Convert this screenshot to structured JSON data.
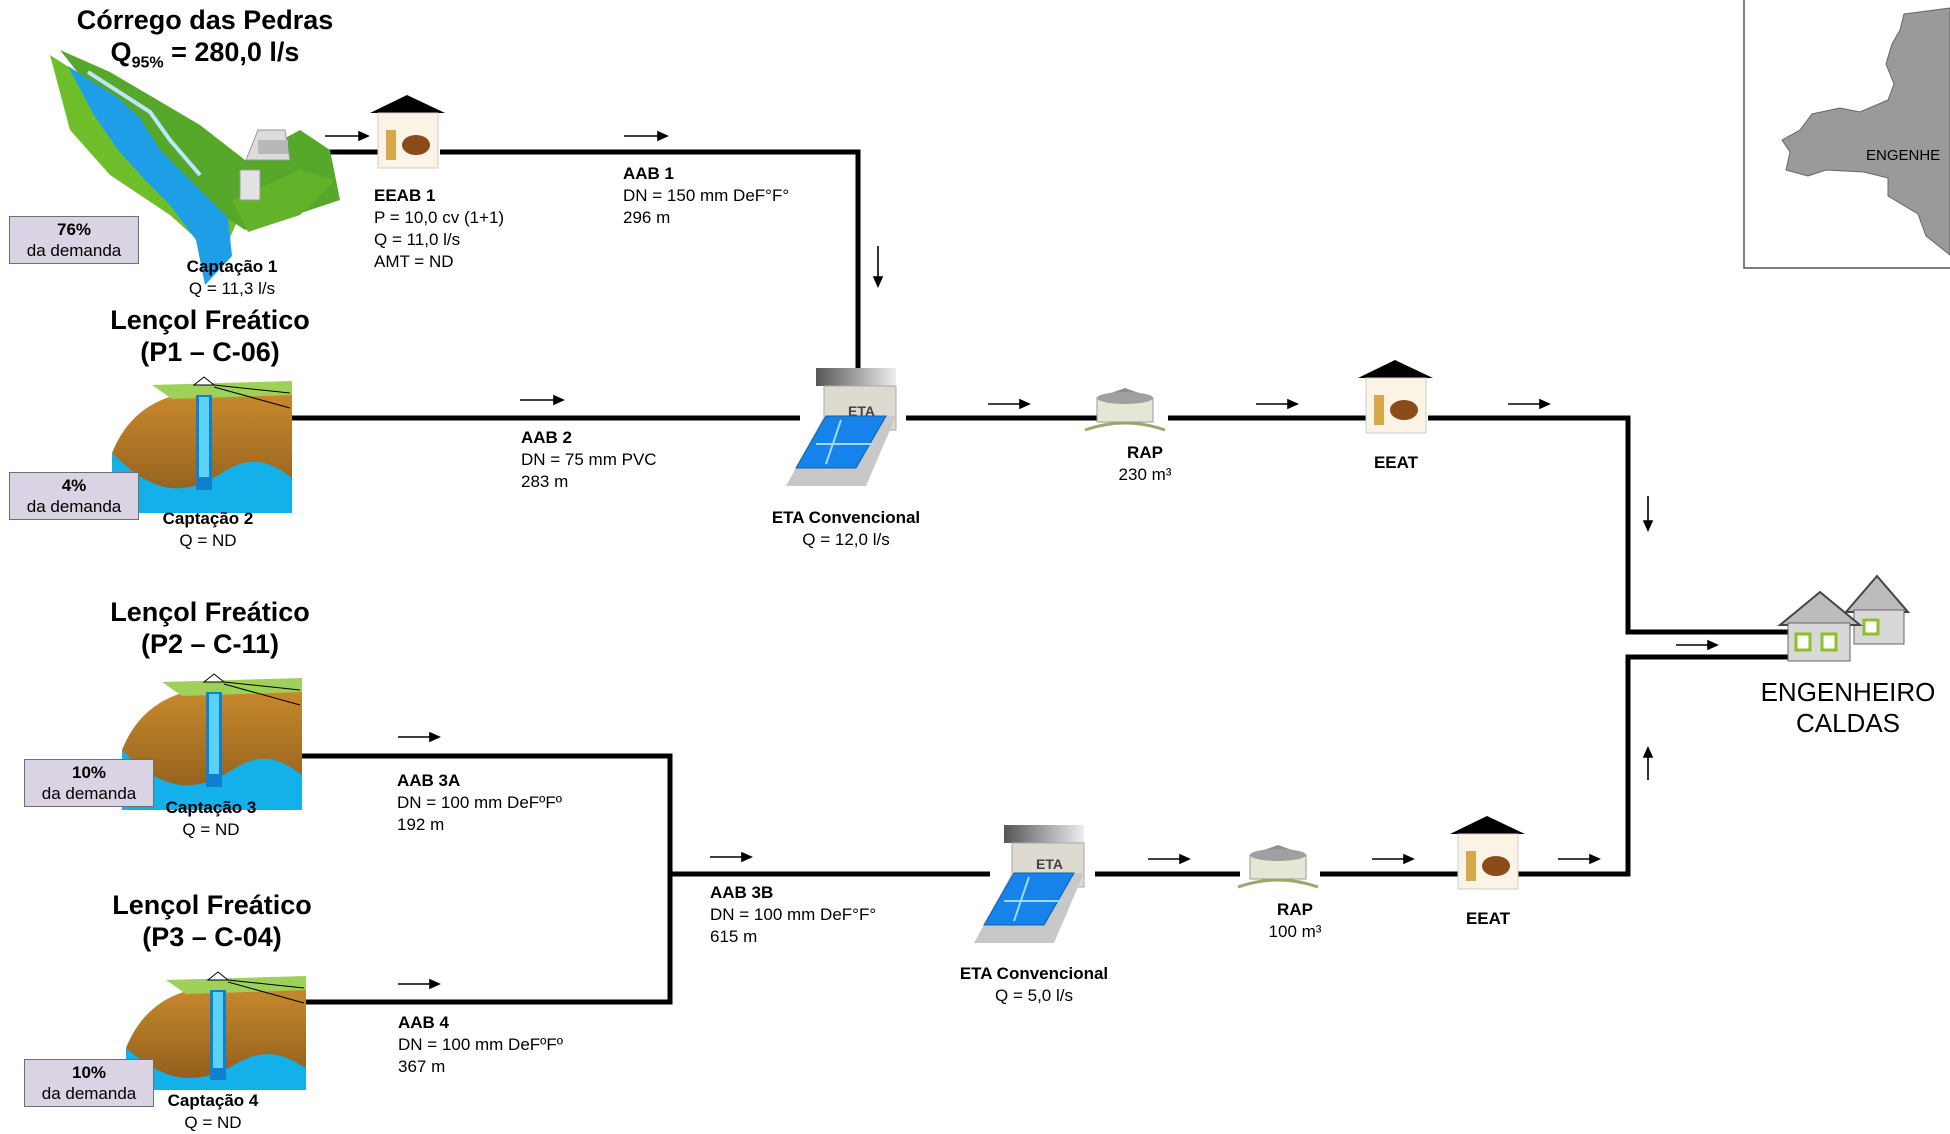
{
  "source": {
    "title": "Córrego das Pedras",
    "flow_prefix": "Q",
    "flow_sub": "95%",
    "flow_value": " = 280,0 l/s"
  },
  "aquifers": [
    {
      "title": "Lençol Freático",
      "code": "(P1 – C-06)"
    },
    {
      "title": "Lençol Freático",
      "code": "(P2 – C-11)"
    },
    {
      "title": "Lençol Freático",
      "code": "(P3 – C-04)"
    }
  ],
  "captures": [
    {
      "name": "Captação 1",
      "flow": "Q = 11,3 l/s",
      "share": "76%",
      "share_note": "da demanda"
    },
    {
      "name": "Captação 2",
      "flow": "Q =  ND",
      "share": "4%",
      "share_note": "da demanda"
    },
    {
      "name": "Captação 3",
      "flow": "Q = ND",
      "share": "10%",
      "share_note": "da demanda"
    },
    {
      "name": "Captação 4",
      "flow": "Q = ND",
      "share": "10%",
      "share_note": "da demanda"
    }
  ],
  "eeab": {
    "name": "EEAB 1",
    "lines": [
      "P = 10,0 cv (1+1)",
      "Q = 11,0 l/s",
      "AMT = ND"
    ]
  },
  "pipes": [
    {
      "name": "AAB 1",
      "dn": "DN = 150 mm DeF°F°",
      "length": "296 m"
    },
    {
      "name": "AAB 2",
      "dn": "DN = 75 mm PVC",
      "length": "283 m"
    },
    {
      "name": "AAB 3A",
      "dn": "DN = 100 mm DeFºFº",
      "length": "192 m"
    },
    {
      "name": "AAB 3B",
      "dn": "DN = 100 mm DeF°F°",
      "length": "615 m"
    },
    {
      "name": "AAB 4",
      "dn": "DN = 100 mm DeFºFº",
      "length": "367 m"
    }
  ],
  "eta": [
    {
      "name": "ETA Convencional",
      "flow": "Q = 12,0 l/s",
      "icon_label": "ETA"
    },
    {
      "name": "ETA Convencional",
      "flow": "Q = 5,0 l/s",
      "icon_label": "ETA"
    }
  ],
  "rap": [
    {
      "name": "RAP",
      "volume": "230 m³"
    },
    {
      "name": "RAP",
      "volume": "100 m³"
    }
  ],
  "eeat": [
    {
      "name": "EEAT"
    },
    {
      "name": "EEAT"
    }
  ],
  "destination": {
    "line1": "ENGENHEIRO",
    "line2": "CALDAS"
  },
  "map": {
    "label": "ENGENHE"
  },
  "colors": {
    "pipe": "#000000",
    "water": "#1e9fe8",
    "grass": "#6fbf2a",
    "soil": "#b07a2a",
    "badge": "#d9d3e3",
    "map_fill": "#9a9a9a"
  }
}
